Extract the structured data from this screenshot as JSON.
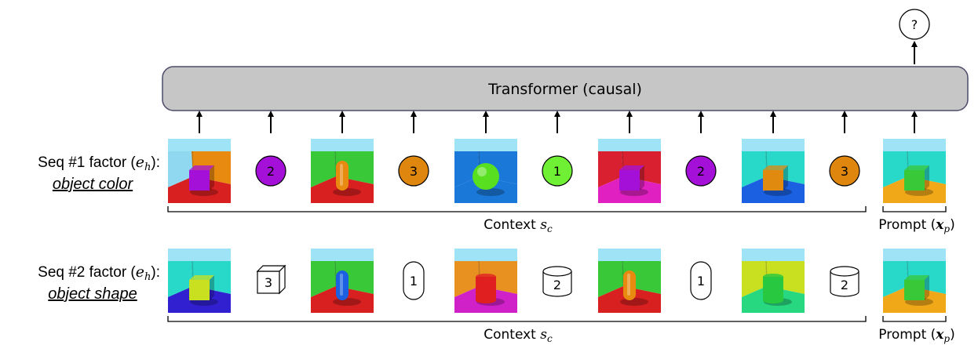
{
  "transformer": {
    "label": "Transformer (causal)"
  },
  "output": {
    "symbol": "?"
  },
  "colors": {
    "purple": "#a510d8",
    "orange": "#df860e",
    "green": "#6ff034",
    "transformer_fill": "#c6c6c6",
    "transformer_stroke": "#4a4a6a"
  },
  "rows": [
    {
      "label_prefix": "Seq #1 factor (",
      "label_var": "e",
      "label_sub": "h",
      "label_suffix": "):",
      "label_factor": "object color",
      "tokens": [
        {
          "type": "scene",
          "wall_left": "#8fd8f0",
          "wall_right": "#e88a10",
          "floor": "#d82020",
          "object": "cube",
          "object_color": "#a510d8"
        },
        {
          "type": "color-token",
          "value": "2",
          "color": "#a510d8"
        },
        {
          "type": "scene",
          "wall_left": "#38c838",
          "wall_right": "#38c838",
          "floor": "#d82020",
          "object": "cylinder",
          "object_color": "#e88a10"
        },
        {
          "type": "color-token",
          "value": "3",
          "color": "#df860e"
        },
        {
          "type": "scene",
          "wall_left": "#1a78d8",
          "wall_right": "#1a78d8",
          "floor": "#1a78d8",
          "object": "sphere",
          "object_color": "#58e020"
        },
        {
          "type": "color-token",
          "value": "1",
          "color": "#6ff034"
        },
        {
          "type": "scene",
          "wall_left": "#d82030",
          "wall_right": "#d82030",
          "floor": "#e020c0",
          "object": "cube",
          "object_color": "#a510d8"
        },
        {
          "type": "color-token",
          "value": "2",
          "color": "#a510d8"
        },
        {
          "type": "scene",
          "wall_left": "#28d8c8",
          "wall_right": "#28d8c8",
          "floor": "#1a60e0",
          "object": "cube",
          "object_color": "#e08a10"
        },
        {
          "type": "color-token",
          "value": "3",
          "color": "#df860e"
        },
        {
          "type": "scene",
          "wall_left": "#28d8c8",
          "wall_right": "#28d8c8",
          "floor": "#f0a818",
          "object": "cube",
          "object_color": "#38c838",
          "is_prompt": true
        }
      ],
      "context_label": "Context ",
      "context_var": "s",
      "context_sub": "c",
      "prompt_label": "Prompt (",
      "prompt_var": "x",
      "prompt_sub": "p",
      "prompt_close": ")"
    },
    {
      "label_prefix": "Seq #2 factor (",
      "label_var": "e",
      "label_sub": "h",
      "label_suffix": "):",
      "label_factor": "object shape",
      "tokens": [
        {
          "type": "scene",
          "wall_left": "#28d8c8",
          "wall_right": "#28d8c8",
          "floor": "#3020d0",
          "object": "cube",
          "object_color": "#c8e020"
        },
        {
          "type": "shape-token",
          "value": "3",
          "shape": "cube"
        },
        {
          "type": "scene",
          "wall_left": "#38c838",
          "wall_right": "#38c838",
          "floor": "#d82020",
          "object": "cylinder",
          "object_color": "#1a60e0"
        },
        {
          "type": "shape-token",
          "value": "1",
          "shape": "capsule"
        },
        {
          "type": "scene",
          "wall_left": "#e89020",
          "wall_right": "#e89020",
          "floor": "#d020c8",
          "object": "drum",
          "object_color": "#e02020"
        },
        {
          "type": "shape-token",
          "value": "2",
          "shape": "drum"
        },
        {
          "type": "scene",
          "wall_left": "#38c838",
          "wall_right": "#38c838",
          "floor": "#d82020",
          "object": "cylinder",
          "object_color": "#e88a10"
        },
        {
          "type": "shape-token",
          "value": "1",
          "shape": "capsule"
        },
        {
          "type": "scene",
          "wall_left": "#c8e020",
          "wall_right": "#c8e020",
          "floor": "#28d880",
          "object": "drum",
          "object_color": "#28c840"
        },
        {
          "type": "shape-token",
          "value": "2",
          "shape": "drum"
        },
        {
          "type": "scene",
          "wall_left": "#28d8c8",
          "wall_right": "#28d8c8",
          "floor": "#f0a818",
          "object": "cube",
          "object_color": "#38c838",
          "is_prompt": true
        }
      ],
      "context_label": "Context ",
      "context_var": "s",
      "context_sub": "c",
      "prompt_label": "Prompt (",
      "prompt_var": "x",
      "prompt_sub": "p",
      "prompt_close": ")"
    }
  ]
}
